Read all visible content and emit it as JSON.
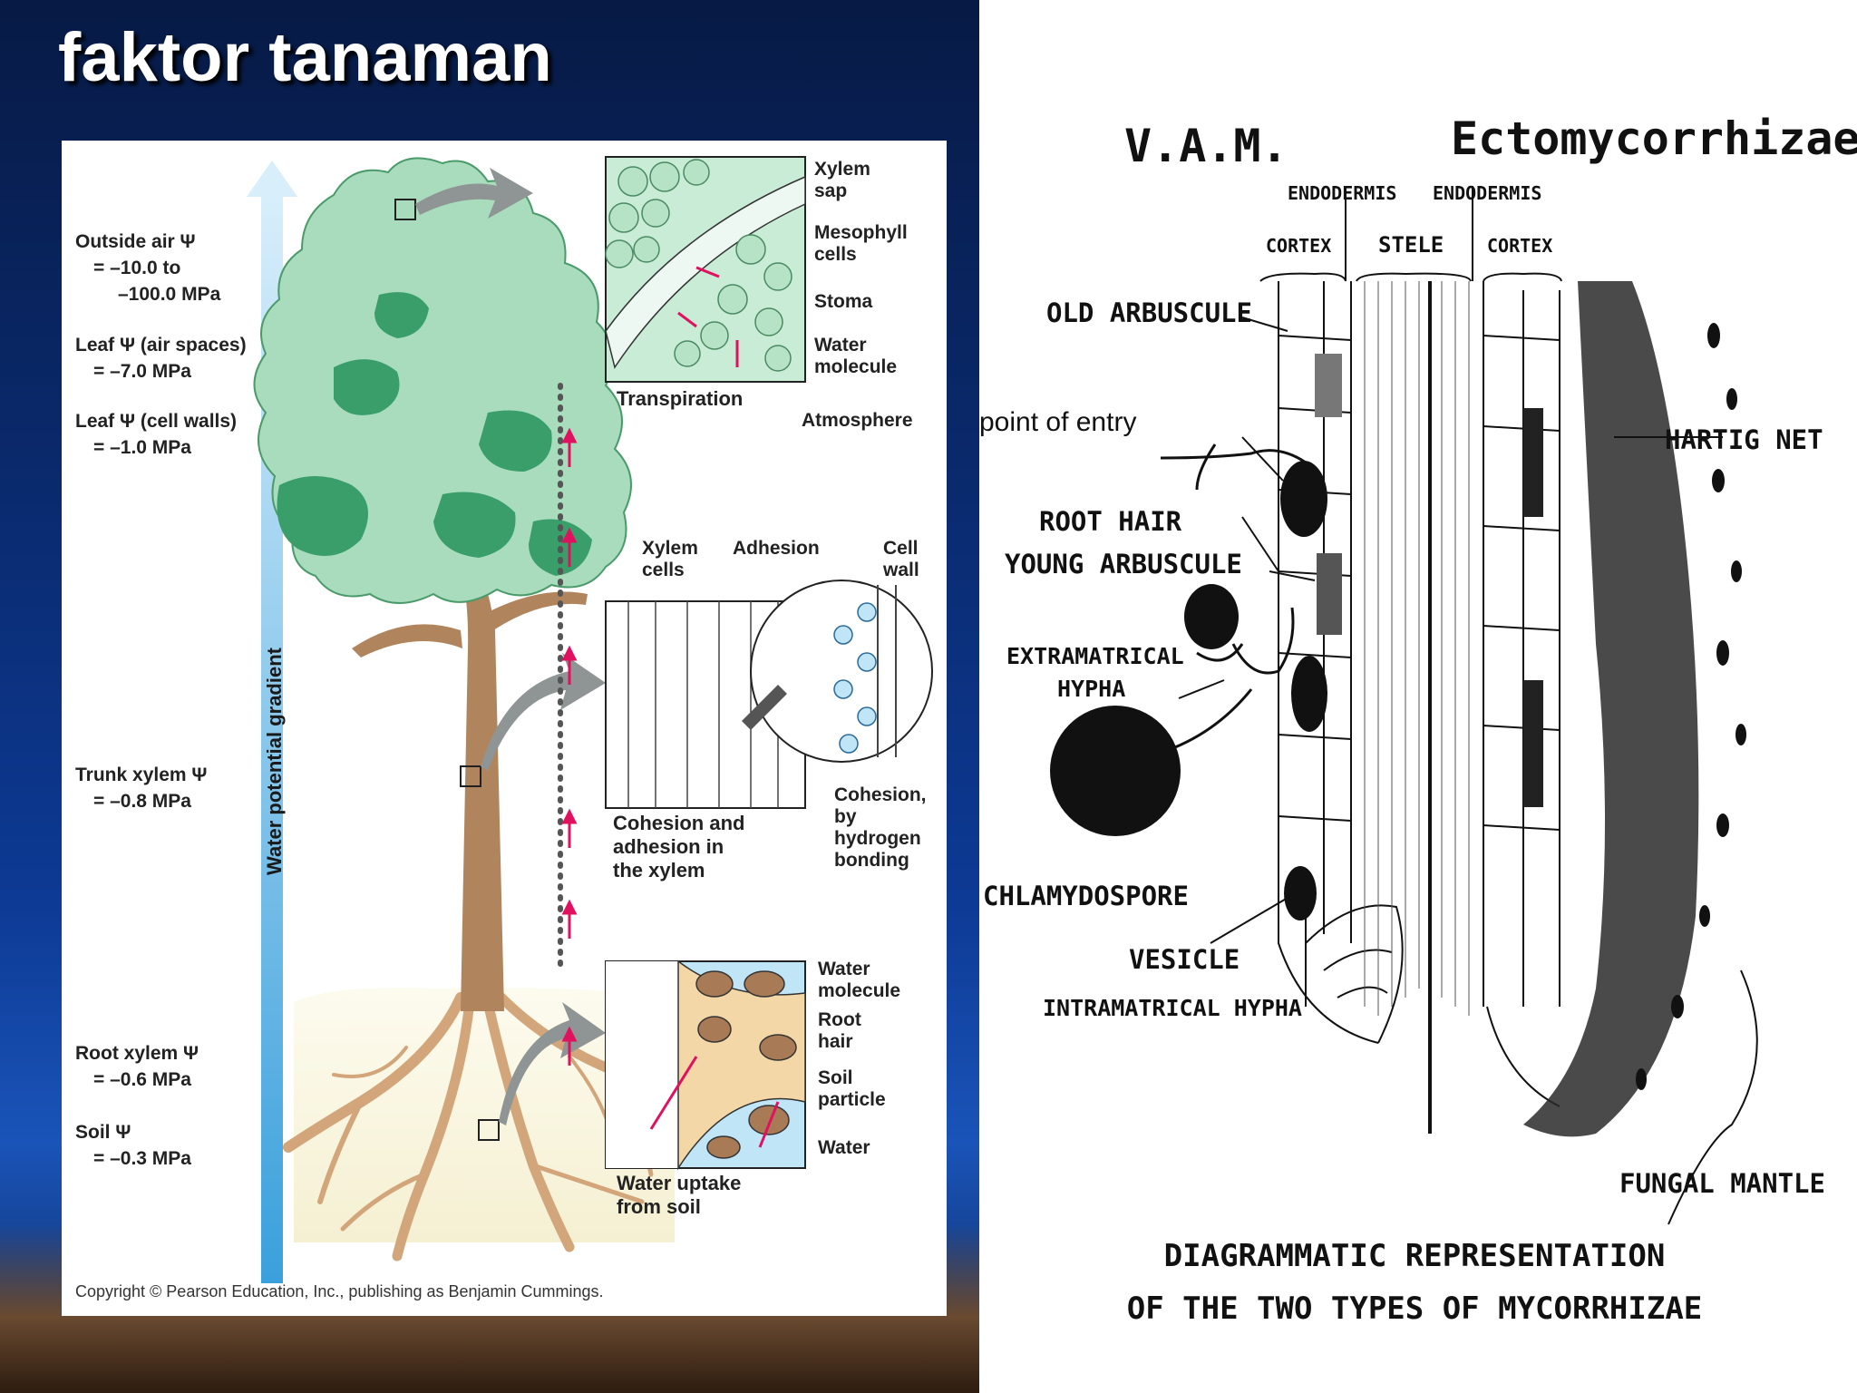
{
  "slide": {
    "title": "faktor tanaman"
  },
  "water_potential": {
    "gradient_label": "Water potential gradient",
    "levels": [
      {
        "label": "Outside air Ψ",
        "value": "= –10.0 to",
        "value2": "–100.0 MPa"
      },
      {
        "label": "Leaf Ψ (air spaces)",
        "value": "= –7.0 MPa"
      },
      {
        "label": "Leaf Ψ (cell walls)",
        "value": "= –1.0 MPa"
      },
      {
        "label": "Trunk xylem Ψ",
        "value": "= –0.8 MPa"
      },
      {
        "label": "Root xylem Ψ",
        "value": "= –0.6 MPa"
      },
      {
        "label": "Soil Ψ",
        "value": "= –0.3 MPa"
      }
    ],
    "top_panel": {
      "labels": [
        "Xylem",
        "sap",
        "Mesophyll",
        "cells",
        "Stoma",
        "Water",
        "molecule",
        "Atmosphere"
      ],
      "caption": "Transpiration"
    },
    "middle_panel": {
      "labels": [
        "Xylem",
        "cells",
        "Adhesion",
        "Cell",
        "wall",
        "Cohesion,",
        "by",
        "hydrogen",
        "bonding"
      ],
      "caption": [
        "Cohesion and",
        "adhesion in",
        "the xylem"
      ]
    },
    "bottom_panel": {
      "labels": [
        "Water",
        "molecule",
        "Root",
        "hair",
        "Soil",
        "particle",
        "Water"
      ],
      "caption": [
        "Water uptake",
        "from soil"
      ]
    },
    "copyright": "Copyright © Pearson Education, Inc., publishing as Benjamin Cummings."
  },
  "mycorrhizae": {
    "headers": {
      "vam": "V.A.M.",
      "ecto": "Ectomycorrhizae"
    },
    "tissue_labels": {
      "endodermis_left": "ENDODERMIS",
      "endodermis_right": "ENDODERMIS",
      "cortex_left": "CORTEX",
      "stele": "STELE",
      "cortex_right": "CORTEX"
    },
    "left_labels": [
      "OLD ARBUSCULE",
      "point of entry",
      "ROOT HAIR",
      "YOUNG ARBUSCULE",
      "EXTRAMATRICAL",
      "HYPHA",
      "CHLAMYDOSPORE",
      "VESICLE",
      "INTRAMATRICAL HYPHA"
    ],
    "right_labels": [
      "HARTIG NET",
      "FUNGAL MANTLE"
    ],
    "caption": [
      "DIAGRAMMATIC REPRESENTATION",
      "OF THE TWO TYPES OF MYCORRHIZAE"
    ]
  },
  "colors": {
    "slide_bg": "#0a2a6e",
    "gradient_arrow": "#4aa8e0",
    "foliage_light": "#a8dcbc",
    "foliage_dark": "#3a9e6a",
    "trunk": "#b0845c",
    "roots": "#d9b48c",
    "water_arrow": "#e0115f"
  }
}
